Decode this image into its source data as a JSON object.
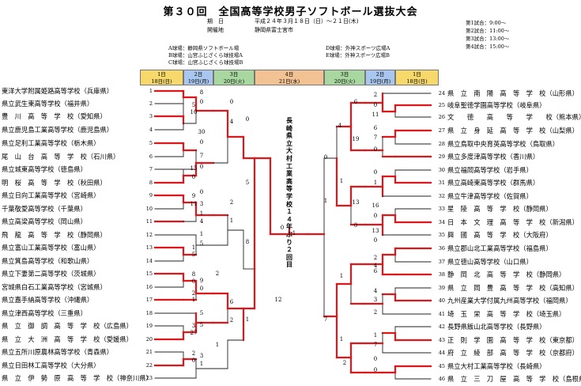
{
  "title": "第３０回　全国高等学校男子ソフトボール選抜大会",
  "period_label": "期　日",
  "period_value": "平成２４年３月１８日（日）～２１日(木)",
  "city_label": "開催地",
  "city_value": "静岡県富士宮市",
  "venues": [
    "A球場：静岡県ソフトボール場",
    "B球場：山宮ふじざくら球技場A",
    "C球場：山宮ふじざくら球技場B",
    "D球場：外神スポーツ広場A",
    "E球場：外神スポーツ広場B"
  ],
  "schedule": [
    "第1試合：9:00～",
    "第2試合：11:00～",
    "第3試合：13:00～",
    "第4試合：15:00～"
  ],
  "round_headers": {
    "l1": [
      "1日",
      "18日(日)"
    ],
    "l2": [
      "2日",
      "19日(月)"
    ],
    "l3": [
      "3日",
      "20日(火)"
    ],
    "c": [
      "4日",
      "21日(水)"
    ],
    "r3": [
      "3日",
      "20日(火)"
    ],
    "r2": [
      "2日",
      "19日(月)"
    ],
    "r1": [
      "1日",
      "18日(日)"
    ]
  },
  "left_teams": [
    "東洋大学附属姫路高等学校（兵庫県）",
    "県立武生東高等学校（福井県）",
    "豊　川　高　等　学　校（愛知県）",
    "県立鹿児島工業高等学校（鹿児島県）",
    "県立足利工業高等学校（栃木県）",
    "尾　山　台　高　等　学　校（石川県）",
    "県立城東高等学校（徳島県）",
    "明　桜　高　等　学　校（秋田県）",
    "県立日向工業高等学校（宮崎県）",
    "千葉敬愛高等学校（千葉県）",
    "県立高梁高等学校（岡山県）",
    "飛　龍　高　等　学　校（静岡県）",
    "県立富山工業高等学校（富山県）",
    "県立箕島高等学校（和歌山県）",
    "県立下妻第二高等学校（茨城県）",
    "宮城県白石工業高等学校（宮城県）",
    "県立嘉手納高等学校（沖縄県）",
    "県立津西高等学校（三重県）",
    "県　立　御　調　高　等　学　校（広島県）",
    "県　立　大　洲　高　等　学　校（愛媛県）",
    "県立五所川原農林高等学校（青森県）",
    "県立日田林工高等学校（大分県）",
    "県　立　伊　勢　原　高　等　学　校（神奈川県）"
  ],
  "left_numbers": [
    "1",
    "2",
    "3",
    "4",
    "5",
    "6",
    "7",
    "8",
    "9",
    "10",
    "11",
    "12",
    "13",
    "14",
    "15",
    "16",
    "17",
    "18",
    "19",
    "20",
    "21",
    "22",
    "23"
  ],
  "right_teams": [
    "県　立　南　陽　高　等　学　校（山形県）",
    "岐阜聖徳学園高等学校（岐阜県）",
    "文　　徳　　高　　等　　学　　校（熊本県）",
    "県　立　身　延　高　等　学　校（山梨県）",
    "県立鳥取中央育英高等学校（鳥取県）",
    "県立多度津高等学校（香川県）",
    "県立福岡高等学校（岩手県）",
    "県立高崎東高等学校（群馬県）",
    "県立牛津高等学校（佐賀県）",
    "星　陵　高　等　学　校（静岡県）",
    "日　本　文　理　高　等　学　校（新潟県）",
    "興　國　高　等　学　校（大阪府）",
    "県立郡山北工業高等学校（福島県）",
    "県立徳山高等学校（山口県）",
    "静　岡　北　高　等　学　校（静岡県）",
    "県　立　岡　豊　高　等　学　校（高知県）",
    "九州産業大学付属九州高等学校（福岡県）",
    "埼　玉　栄　高　等　学　校（埼玉県）",
    "長野県飯山北高等学校（長野県）",
    "正　則　学　園　高　等　学　校（東京都）",
    "府　立　綾　部　高　等　学　校（京都府）",
    "県立大村工業高等学校（長崎県）",
    "県　立　三　刀　屋　高　等　学　校（島根県）"
  ],
  "right_numbers": [
    "24",
    "25",
    "26",
    "27",
    "28",
    "29",
    "30",
    "31",
    "32",
    "33",
    "34",
    "35",
    "36",
    "37",
    "38",
    "39",
    "40",
    "41",
    "42",
    "43",
    "44",
    "45",
    "46"
  ],
  "champion_text": "長崎県立大村工業高等学校　１４年ぶり２回目",
  "scores": [
    "8",
    "0",
    "5",
    "10",
    "30",
    "0",
    "15",
    "0",
    "9",
    "11",
    "1",
    "4",
    "1",
    "5",
    "8",
    "0",
    "2",
    "1",
    "3",
    "27",
    "2",
    "0",
    "7",
    "0",
    "0",
    "3",
    "1",
    "5",
    "9",
    "0",
    "5",
    "5",
    "3",
    "1",
    "0",
    "4",
    "2",
    "1",
    "6",
    "2",
    "2",
    "1",
    "0",
    "5",
    "8",
    "1",
    "0",
    "1",
    "12",
    "0",
    "1",
    "7",
    "2",
    "0",
    "11",
    "6",
    "7",
    "0",
    "0",
    "1",
    "16",
    "0",
    "13",
    "0",
    "2",
    "4",
    "6",
    "4",
    "3",
    "2",
    "1",
    "7",
    "0",
    "0",
    "6",
    "19",
    "13",
    "0",
    "4",
    "1",
    "1",
    "1",
    "2"
  ]
}
